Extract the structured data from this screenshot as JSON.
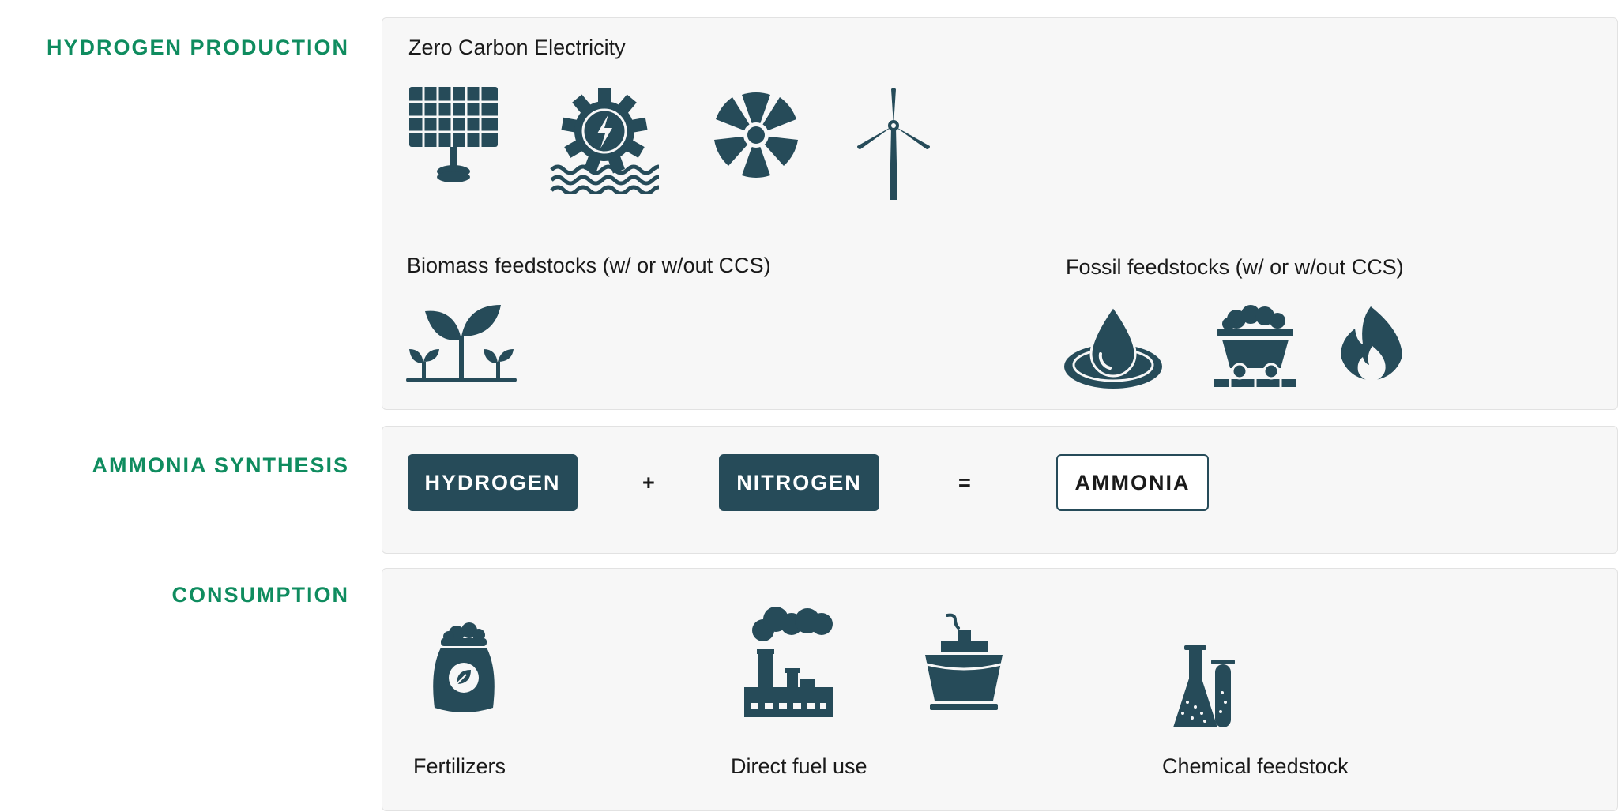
{
  "colors": {
    "accent": "#0f8c5f",
    "icon": "#264b59",
    "panel": "#f7f7f7"
  },
  "sections": {
    "production": {
      "label": "HYDROGEN PRODUCTION",
      "zero_carbon": {
        "title": "Zero Carbon Electricity",
        "icons": [
          "solar-panel-icon",
          "hydro-turbine-icon",
          "nuclear-icon",
          "wind-turbine-icon"
        ]
      },
      "biomass": {
        "title": "Biomass feedstocks (w/ or w/out CCS)",
        "icons": [
          "sprouts-icon"
        ]
      },
      "fossil": {
        "title": "Fossil feedstocks (w/ or w/out CCS)",
        "icons": [
          "oil-drop-icon",
          "coal-cart-icon",
          "gas-flame-icon"
        ]
      }
    },
    "synthesis": {
      "label": "AMMONIA SYNTHESIS",
      "hydrogen": "HYDROGEN",
      "plus": "+",
      "nitrogen": "NITROGEN",
      "equals": "=",
      "ammonia": "AMMONIA"
    },
    "consumption": {
      "label": "CONSUMPTION",
      "fertilizers": "Fertilizers",
      "direct_fuel": "Direct fuel use",
      "chemical": "Chemical feedstock",
      "icons": [
        "fertilizer-bag-icon",
        "factory-icon",
        "ship-icon",
        "lab-flask-icon"
      ]
    }
  }
}
